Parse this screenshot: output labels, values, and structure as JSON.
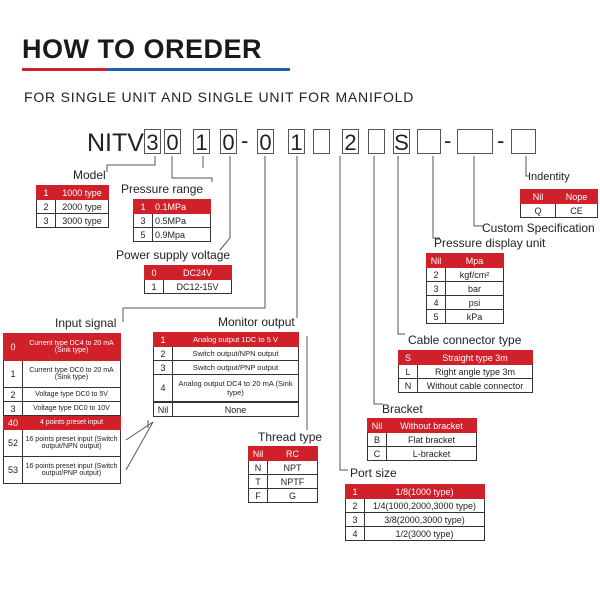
{
  "header": {
    "title": "HOW TO OREDER",
    "subtitle": "FOR SINGLE UNIT AND SINGLE UNIT FOR MANIFOLD"
  },
  "code": {
    "prefix": "NITV",
    "boxes": [
      "3",
      "0",
      "1",
      "0",
      "",
      "0",
      "1",
      "",
      "2",
      "",
      "S",
      "",
      "",
      ""
    ]
  },
  "colors": {
    "accent_red": "#d0202a",
    "accent_blue": "#1e5fb4"
  },
  "model": {
    "label": "Model",
    "rows": [
      [
        "1",
        "1000 type"
      ],
      [
        "2",
        "2000 type"
      ],
      [
        "3",
        "3000 type"
      ]
    ]
  },
  "pressure_range": {
    "label": "Pressure range",
    "rows": [
      [
        "1",
        "0.1MPa"
      ],
      [
        "3",
        "0.5MPa"
      ],
      [
        "5",
        "0.9Mpa"
      ]
    ]
  },
  "power": {
    "label": "Power supply voltage",
    "rows": [
      [
        "0",
        "DC24V"
      ],
      [
        "1",
        "DC12-15V"
      ]
    ]
  },
  "input_signal": {
    "label": "Input signal",
    "rows": [
      [
        "0",
        "Current type DC4 to 20 mA (Sink type)"
      ],
      [
        "1",
        "Current type DC0 to 20 mA (Sink type)"
      ],
      [
        "2",
        "Voltage type DC0 to 5V"
      ],
      [
        "3",
        "Voltage type DC0 to 10V"
      ],
      [
        "40",
        "4 points preset input"
      ],
      [
        "52",
        "16 points preset input (Switch output/NPN output)"
      ],
      [
        "53",
        "16 points preset input (Switch output/PNP output)"
      ]
    ]
  },
  "monitor_output": {
    "label": "Monitor output",
    "rows": [
      [
        "1",
        "Analog output 1DC to 5 V"
      ],
      [
        "2",
        "Switch output/NPN output"
      ],
      [
        "3",
        "Switch output/PNP output"
      ],
      [
        "4",
        "Analog output DC4 to 20 mA (Sink type)"
      ],
      [
        "Nil",
        "None"
      ]
    ]
  },
  "thread_type": {
    "label": "Thread type",
    "header": [
      "Nil",
      "RC"
    ],
    "rows": [
      [
        "N",
        "NPT"
      ],
      [
        "T",
        "NPTF"
      ],
      [
        "F",
        "G"
      ]
    ]
  },
  "port_size": {
    "label": "Port size",
    "rows": [
      [
        "1",
        "1/8(1000 type)"
      ],
      [
        "2",
        "1/4(1000,2000,3000 type)"
      ],
      [
        "3",
        "3/8(2000,3000 type)"
      ],
      [
        "4",
        "1/2(3000 type)"
      ]
    ]
  },
  "bracket": {
    "label": "Bracket",
    "header": [
      "Nil",
      "Without bracket"
    ],
    "rows": [
      [
        "B",
        "Flat bracket"
      ],
      [
        "C",
        "L-bracket"
      ]
    ]
  },
  "cable": {
    "label": "Cable connector type",
    "rows": [
      [
        "S",
        "Straight type 3m"
      ],
      [
        "L",
        "Right angle type 3m"
      ],
      [
        "N",
        "Without cable connector"
      ]
    ]
  },
  "pressure_unit": {
    "label": "Pressure display unit",
    "header": [
      "Nil",
      "Mpa"
    ],
    "rows": [
      [
        "2",
        "kgf/cm²"
      ],
      [
        "3",
        "bar"
      ],
      [
        "4",
        "psi"
      ],
      [
        "5",
        "kPa"
      ]
    ]
  },
  "custom": {
    "label": "Custom Specification"
  },
  "identity": {
    "label": "Indentity",
    "header": [
      "Nil",
      "Nope"
    ],
    "rows": [
      [
        "Q",
        "CE"
      ]
    ]
  }
}
